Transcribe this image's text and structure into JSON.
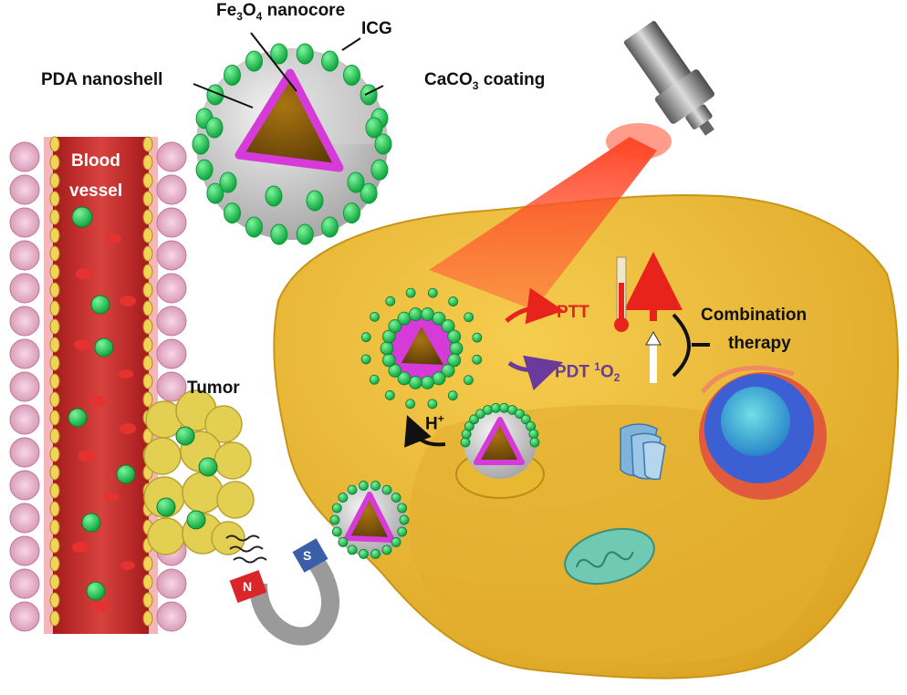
{
  "labels": {
    "fe3o4_prefix": "Fe",
    "fe3o4_sub1": "3",
    "fe3o4_mid": "O",
    "fe3o4_sub2": "4",
    "fe3o4_suffix": " nanocore",
    "icg": "ICG",
    "pda": "PDA nanoshell",
    "caco3_prefix": "CaCO",
    "caco3_sub": "3",
    "caco3_suffix": " coating",
    "blood": "Blood",
    "vessel": "vessel",
    "tumor": "Tumor",
    "ptt": "PTT",
    "pdt": "PDT ",
    "o2_sup": "1",
    "o2_main": "O",
    "o2_sub": "2",
    "h_main": "H",
    "h_sup": "+",
    "combination": "Combination",
    "therapy": "therapy",
    "magnet_s": "S",
    "magnet_n": "N"
  },
  "colors": {
    "ptt_text": "#e8231b",
    "pdt_text": "#6a3a9c",
    "cell": "#f2c53d",
    "shell": "#d63ad8",
    "core": "#8a5a0a",
    "particle": "#1ed65a",
    "vessel": "#d4272a"
  }
}
